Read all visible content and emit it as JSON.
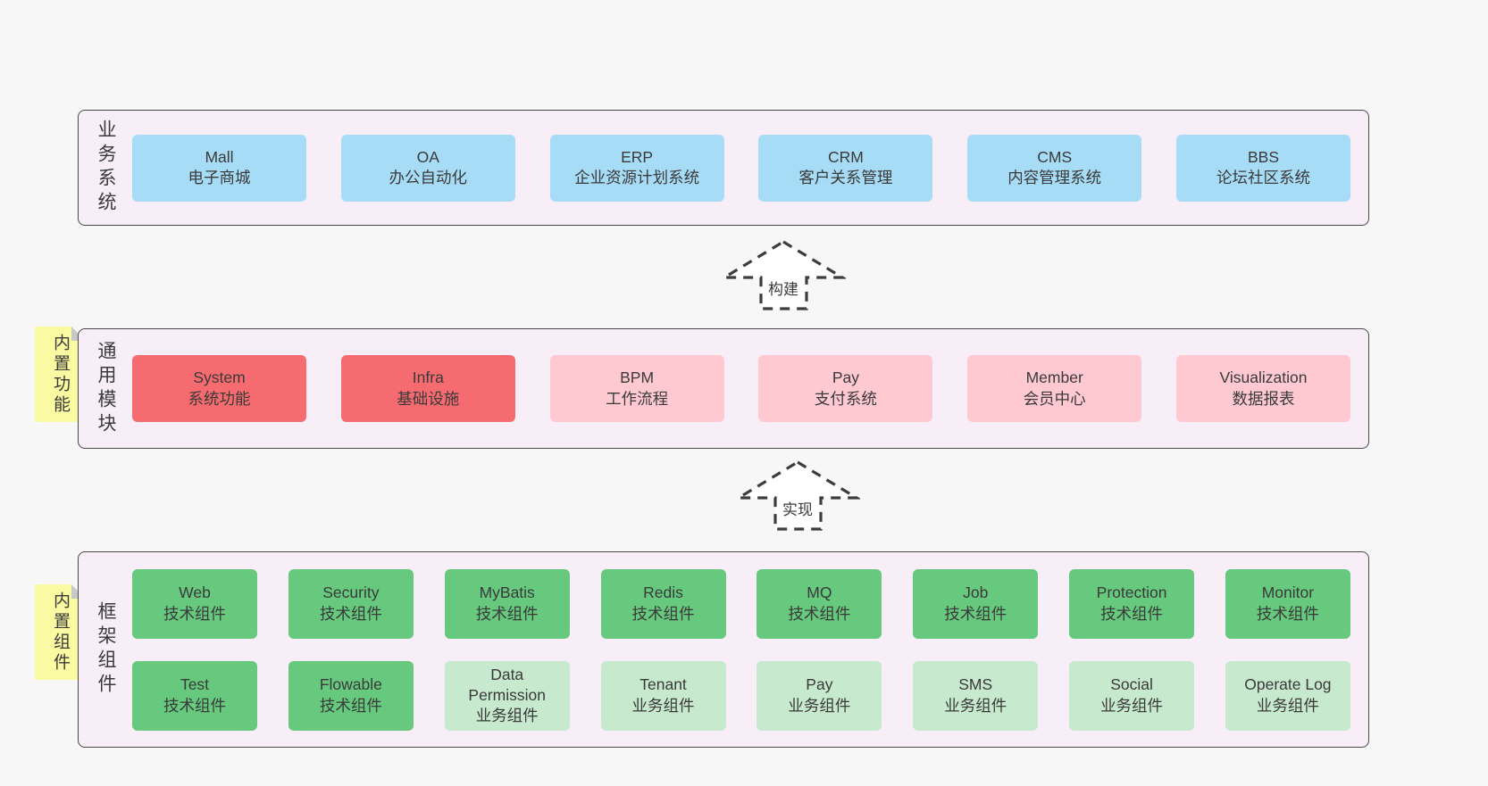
{
  "colors": {
    "page-bg": "#f7f7f7",
    "band-bg": "#f8eef7",
    "band-border": "#4a4a4a",
    "box-blue": "#a7dcf6",
    "box-red": "#f56b6f",
    "box-pink": "#ffc9d2",
    "box-green": "#66c97e",
    "box-green-light": "#c7e9cd",
    "note-yellow": "#fafaa3",
    "note-fold": "#c8c8c8",
    "text": "#3a3a3a",
    "arrow": "#3d3d3d"
  },
  "arrows": [
    {
      "label": "构建"
    },
    {
      "label": "实现"
    }
  ],
  "notes": [
    {
      "text": "内置功能"
    },
    {
      "text": "内置组件"
    }
  ],
  "bands": [
    {
      "label": "业务系统",
      "boxes": [
        {
          "name": "Mall",
          "desc": "电子商城"
        },
        {
          "name": "OA",
          "desc": "办公自动化"
        },
        {
          "name": "ERP",
          "desc": "企业资源计划系统"
        },
        {
          "name": "CRM",
          "desc": "客户关系管理"
        },
        {
          "name": "CMS",
          "desc": "内容管理系统"
        },
        {
          "name": "BBS",
          "desc": "论坛社区系统"
        }
      ]
    },
    {
      "label": "通用模块",
      "boxes": [
        {
          "name": "System",
          "desc": "系统功能"
        },
        {
          "name": "Infra",
          "desc": "基础设施"
        },
        {
          "name": "BPM",
          "desc": "工作流程"
        },
        {
          "name": "Pay",
          "desc": "支付系统"
        },
        {
          "name": "Member",
          "desc": "会员中心"
        },
        {
          "name": "Visualization",
          "desc": "数据报表"
        }
      ]
    },
    {
      "label": "框架组件",
      "rows": [
        [
          {
            "name": "Web",
            "desc": "技术组件"
          },
          {
            "name": "Security",
            "desc": "技术组件"
          },
          {
            "name": "MyBatis",
            "desc": "技术组件"
          },
          {
            "name": "Redis",
            "desc": "技术组件"
          },
          {
            "name": "MQ",
            "desc": "技术组件"
          },
          {
            "name": "Job",
            "desc": "技术组件"
          },
          {
            "name": "Protection",
            "desc": "技术组件"
          },
          {
            "name": "Monitor",
            "desc": "技术组件"
          }
        ],
        [
          {
            "name": "Test",
            "desc": "技术组件"
          },
          {
            "name": "Flowable",
            "desc": "技术组件"
          },
          {
            "name": "Data Permission",
            "desc": "业务组件"
          },
          {
            "name": "Tenant",
            "desc": "业务组件"
          },
          {
            "name": "Pay",
            "desc": "业务组件"
          },
          {
            "name": "SMS",
            "desc": "业务组件"
          },
          {
            "name": "Social",
            "desc": "业务组件"
          },
          {
            "name": "Operate Log",
            "desc": "业务组件"
          }
        ]
      ]
    }
  ]
}
